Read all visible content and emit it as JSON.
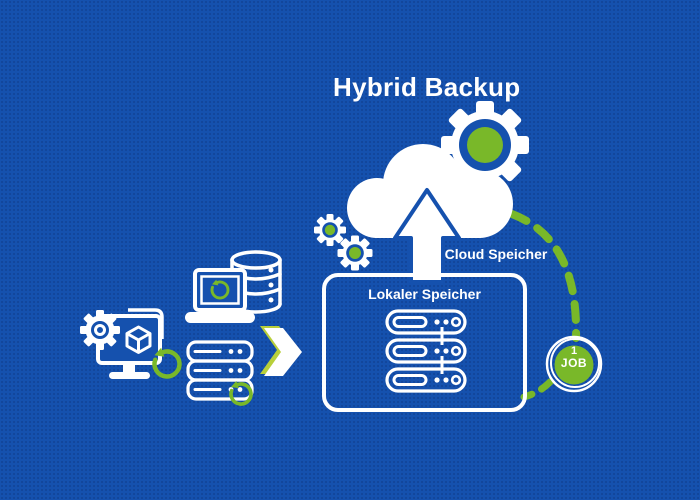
{
  "title": "Hybrid Backup",
  "cloud_storage": {
    "label": "Cloud Speicher"
  },
  "local_storage": {
    "label": "Lokaler Speicher"
  },
  "job_badge": {
    "count": "1",
    "unit": "JOB"
  },
  "colors": {
    "background": "#1551ae",
    "accent_green": "#79b829",
    "icon_white": "#ffffff"
  },
  "icons": {
    "cloud": "cloud-icon",
    "upload_arrow": "upload-arrow-icon",
    "gear_large": "gear-icon-large",
    "gear_small_1": "gear-icon-small-1",
    "gear_small_2": "gear-icon-small-2",
    "laptop": "laptop-icon",
    "refresh": "refresh-arrow-icon",
    "database": "database-icon",
    "server_source": "server-stack-icon-source",
    "server_local": "server-stack-icon-local",
    "monitor": "monitor-icon",
    "cube": "cube-icon",
    "chevron": "chevron-right-icon",
    "flow_line": "dashed-flow-line",
    "job_badge": "job-badge"
  }
}
